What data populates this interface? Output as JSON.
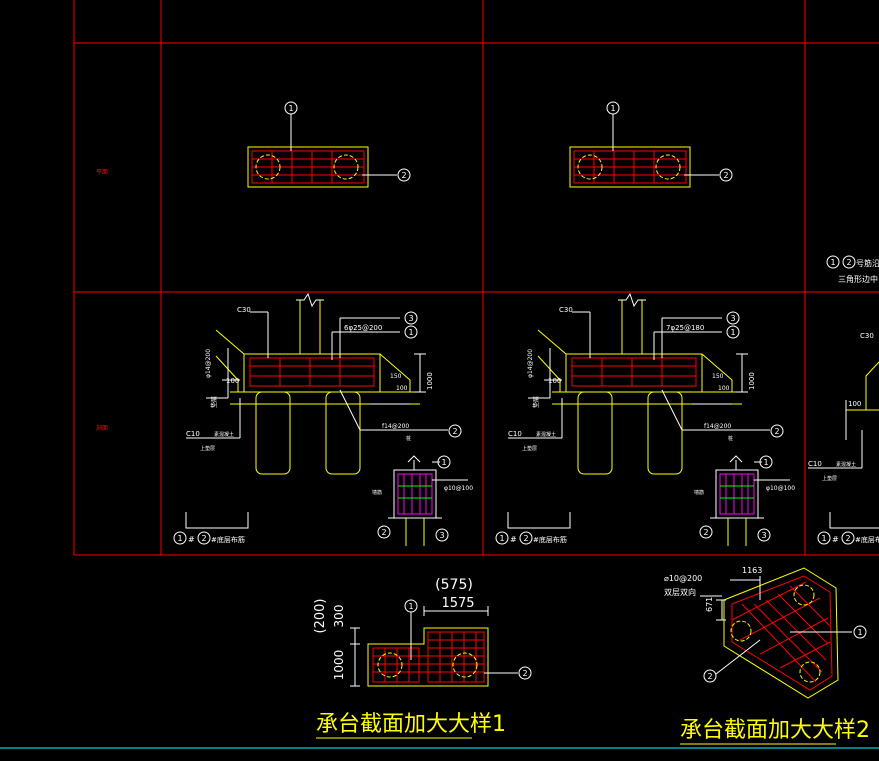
{
  "colors": {
    "background": "#000000",
    "grid": "#ff0000",
    "outline": "#ffff00",
    "text": "#ffffff",
    "rebar": "#ff00ff",
    "stirrup": "#00ff00",
    "baseline": "#00ffff"
  },
  "grid": {
    "row1_label": "平面",
    "row2_label": "剖面"
  },
  "panel_a": {
    "plan": {
      "marker_top": "1",
      "marker_right": "2"
    },
    "section": {
      "concrete": "C30",
      "bar_top": "6φ25@200",
      "bar_side": "φ14@200",
      "stirrup_label": "f14@200",
      "marker_3": "3",
      "marker_1": "1",
      "marker_2": "2",
      "dim_100_left": "100",
      "dim_right_100": "100",
      "dim_1000": "1000",
      "dim_150": "150",
      "left_note": "垫层",
      "c10": "C10",
      "c10_note": "素混凝土",
      "base_note": "上垫层",
      "pile_note": "桩",
      "stirrup_right": "φ10@100",
      "detail_left": "墙筋",
      "title_marker_1": "1",
      "title_marker_2": "2",
      "title_suffix": "#底层布筋",
      "title_join": "#"
    }
  },
  "panel_b": {
    "plan": {
      "marker_top": "1",
      "marker_right": "2"
    },
    "section": {
      "concrete": "C30",
      "bar_top": "7φ25@180",
      "bar_side": "φ14@200",
      "stirrup_label": "f14@200",
      "marker_3": "3",
      "marker_1": "1",
      "marker_2": "2",
      "dim_100_left": "100",
      "dim_right_100": "100",
      "dim_1000": "1000",
      "dim_150": "150",
      "left_note": "垫层",
      "c10": "C10",
      "c10_note": "素混凝土",
      "base_note": "上垫层",
      "pile_note": "桩",
      "stirrup_right": "φ10@100",
      "detail_left": "墙筋",
      "title_marker_1": "1",
      "title_marker_2": "2",
      "title_suffix": "#底层布筋",
      "title_join": "#"
    }
  },
  "panel_c": {
    "note_marker_1": "1",
    "note_marker_2": "2",
    "note_text": "号筋沿",
    "note_line2": "三角形边中",
    "concrete": "C30",
    "dim_100": "100",
    "c10": "C10",
    "c10_note": "素混凝土",
    "base_note": "上垫层",
    "title_marker_1": "1",
    "title_marker_2": "2",
    "title_suffix": "#底层布筋",
    "title_join": "#"
  },
  "detail1": {
    "dim_top_paren": "(575)",
    "dim_top": "1575",
    "dim_left_paren": "(200)",
    "dim_left_300": "300",
    "dim_left_1000": "1000",
    "marker_1": "1",
    "marker_2": "2",
    "title": "承台截面加大大样1"
  },
  "detail2": {
    "note_bar": "⌀10@200",
    "note_dir": "双层双向",
    "dim_top": "1163",
    "dim_side": "671",
    "marker_1": "1",
    "marker_2": "2",
    "title": "承台截面加大大样2"
  }
}
